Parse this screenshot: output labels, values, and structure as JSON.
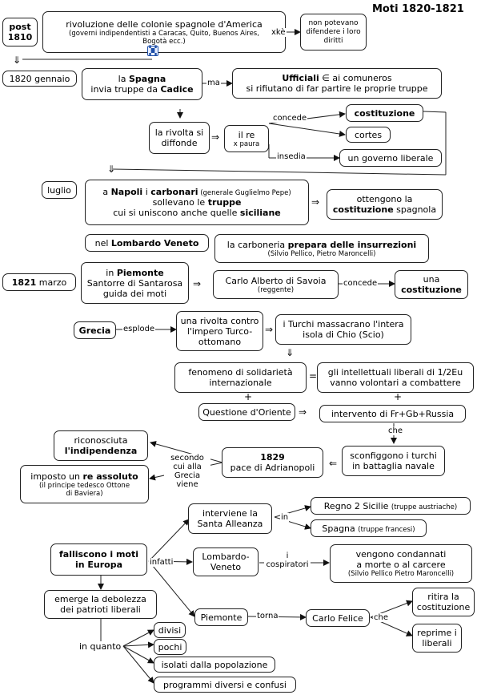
{
  "title": "Moti 1820-1821",
  "nodes": {
    "post1810": {
      "l1": "post",
      "l2": "1810"
    },
    "rivoluzione": {
      "main": "rivoluzione delle colonie spagnole d'America",
      "sub": "(governi indipendentisti a Caracas, Quito, Buenos Aires, Bogotà ecc.)"
    },
    "nonpotevano": "non potevano difendere i loro diritti",
    "gennaio1820": "1820 gennaio",
    "spagna": {
      "a": "la ",
      "b": "Spagna",
      "c": "invia truppe da ",
      "d": "Cadice"
    },
    "ufficiali": {
      "a": "Ufficiali",
      "b": " ∈ ai comuneros",
      "c": "si rifiutano di far partire le proprie truppe"
    },
    "rivolta": "la rivolta si diffonde",
    "ilre": {
      "a": "il re",
      "b": "x paura"
    },
    "costituzione1": "costituzione",
    "cortes": "cortes",
    "governo": "un governo liberale",
    "luglio": "luglio",
    "napoli": {
      "a": "a ",
      "b": "Napoli",
      "c": " i ",
      "d": "carbonari",
      "e": " (generale Guglielmo Pepe)",
      "f": "sollevano le ",
      "g": "truppe",
      "h": "cui si uniscono anche quelle ",
      "i": "siciliane"
    },
    "ottengono": {
      "a": "ottengono la",
      "b": "costituzione",
      "c": " spagnola"
    },
    "lombardo": {
      "a": "nel ",
      "b": "Lombardo Veneto"
    },
    "carboneria": {
      "a": "la carboneria ",
      "b": "prepara delle insurrezioni",
      "c": "(Silvio Pellico, Pietro Maroncelli)"
    },
    "marzo1821": {
      "a": "1821",
      "b": " marzo"
    },
    "piemonte1": {
      "a": "in ",
      "b": "Piemonte",
      "c": "Santorre di Santarosa",
      "d": "guida dei moti"
    },
    "carloalberto": {
      "a": "Carlo Alberto di Savoia",
      "b": "(reggente)"
    },
    "costituzione2": {
      "a": "una",
      "b": "costituzione"
    },
    "grecia": "Grecia",
    "rivoltaturco": "una rivolta contro l'impero Turco-ottomano",
    "turchi": "i Turchi massacrano l'intera isola di Chio (Scio)",
    "fenomeno": "fenomeno di solidarietà internazionale",
    "intellettuali": "gli intellettuali liberali di 1/2Eu vanno volontari a combattere",
    "questione": "Questione d'Oriente",
    "intervento": "intervento di Fr+Gb+Russia",
    "sconfiggono": "sconfiggono i turchi in battaglia navale",
    "pace": {
      "a": "1829",
      "b": "pace di Adrianopoli"
    },
    "riconosciuta": {
      "a": "riconosciuta",
      "b": "l'indipendenza"
    },
    "imposto": {
      "a": "imposto un ",
      "b": "re assoluto",
      "c": "(il principe tedesco Ottone di Baviera)"
    },
    "falliscono": "falliscono i moti in Europa",
    "santaalleanza": "interviene la Santa Alleanza",
    "regno2sicilie": {
      "a": "Regno 2 Sicilie ",
      "b": "(truppe austriache)"
    },
    "spagna2": {
      "a": "Spagna ",
      "b": "(truppe francesi)"
    },
    "lombveneto2": "Lombardo-Veneto",
    "condannati": {
      "a": "vengono condannati",
      "b": "a morte o al carcere",
      "c": "(Silvio Pellico Pietro Maroncelli)"
    },
    "piemonte2": "Piemonte",
    "carlofelice": "Carlo Felice",
    "ritira": "ritira la costituzione",
    "reprime": "reprime i liberali",
    "debolezza": "emerge la debolezza dei patrioti liberali",
    "divisi": "divisi",
    "pochi": "pochi",
    "isolati": "isolati dalla popolazione",
    "programmi": "programmi diversi e confusi"
  },
  "labels": {
    "xke": "xkè",
    "ma": "ma",
    "concede1": "concede",
    "insedia": "insedia",
    "concede2": "concede",
    "esplode": "esplode",
    "che1": "che",
    "secondo": "secondo cui alla Grecia viene",
    "infatti": "infatti",
    "in1": "in",
    "icospiratori": "i cospiratori",
    "torna": "torna",
    "che2": "che",
    "inquanto": "in quanto",
    "imply": "⇒",
    "implyLeft": "⇐",
    "implyDown": "⇓",
    "equals": "=",
    "plus": "+"
  }
}
